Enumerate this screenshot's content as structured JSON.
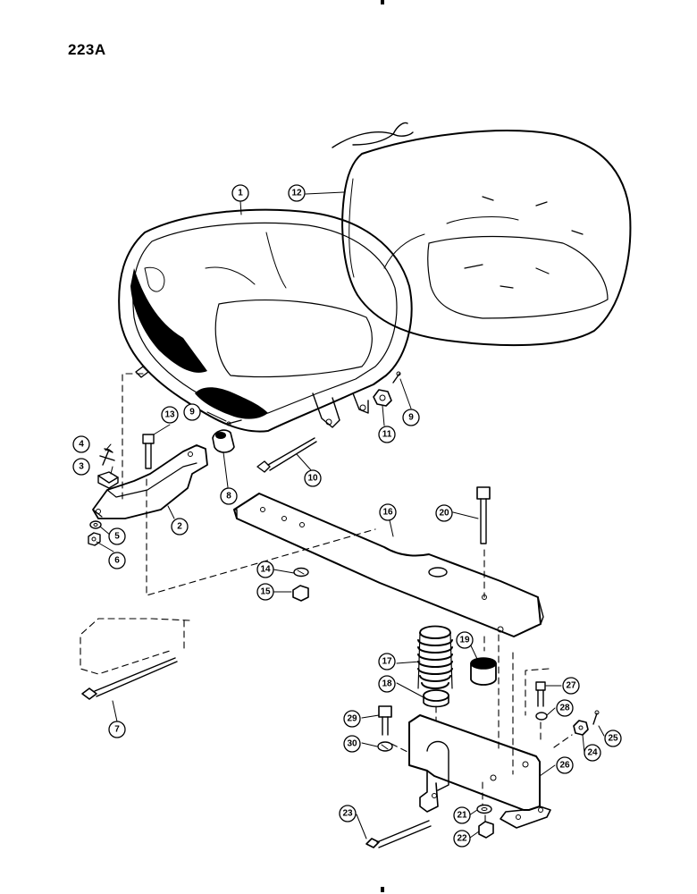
{
  "page": {
    "figure_id": "223A"
  },
  "callouts": [
    {
      "id": "c1",
      "label": "1"
    },
    {
      "id": "c2",
      "label": "2"
    },
    {
      "id": "c3",
      "label": "3"
    },
    {
      "id": "c4",
      "label": "4"
    },
    {
      "id": "c5",
      "label": "5"
    },
    {
      "id": "c6",
      "label": "6"
    },
    {
      "id": "c7",
      "label": "7"
    },
    {
      "id": "c8",
      "label": "8"
    },
    {
      "id": "c9a",
      "label": "9"
    },
    {
      "id": "c9b",
      "label": "9"
    },
    {
      "id": "c10",
      "label": "10"
    },
    {
      "id": "c11",
      "label": "11"
    },
    {
      "id": "c12",
      "label": "12"
    },
    {
      "id": "c13",
      "label": "13"
    },
    {
      "id": "c14",
      "label": "14"
    },
    {
      "id": "c15",
      "label": "15"
    },
    {
      "id": "c16",
      "label": "16"
    },
    {
      "id": "c17",
      "label": "17"
    },
    {
      "id": "c18",
      "label": "18"
    },
    {
      "id": "c19",
      "label": "19"
    },
    {
      "id": "c20",
      "label": "20"
    },
    {
      "id": "c21",
      "label": "21"
    },
    {
      "id": "c22",
      "label": "22"
    },
    {
      "id": "c23",
      "label": "23"
    },
    {
      "id": "c24",
      "label": "24"
    },
    {
      "id": "c25",
      "label": "25"
    },
    {
      "id": "c26",
      "label": "26"
    },
    {
      "id": "c27",
      "label": "27"
    },
    {
      "id": "c28",
      "label": "28"
    },
    {
      "id": "c29",
      "label": "29"
    },
    {
      "id": "c30",
      "label": "30"
    }
  ]
}
